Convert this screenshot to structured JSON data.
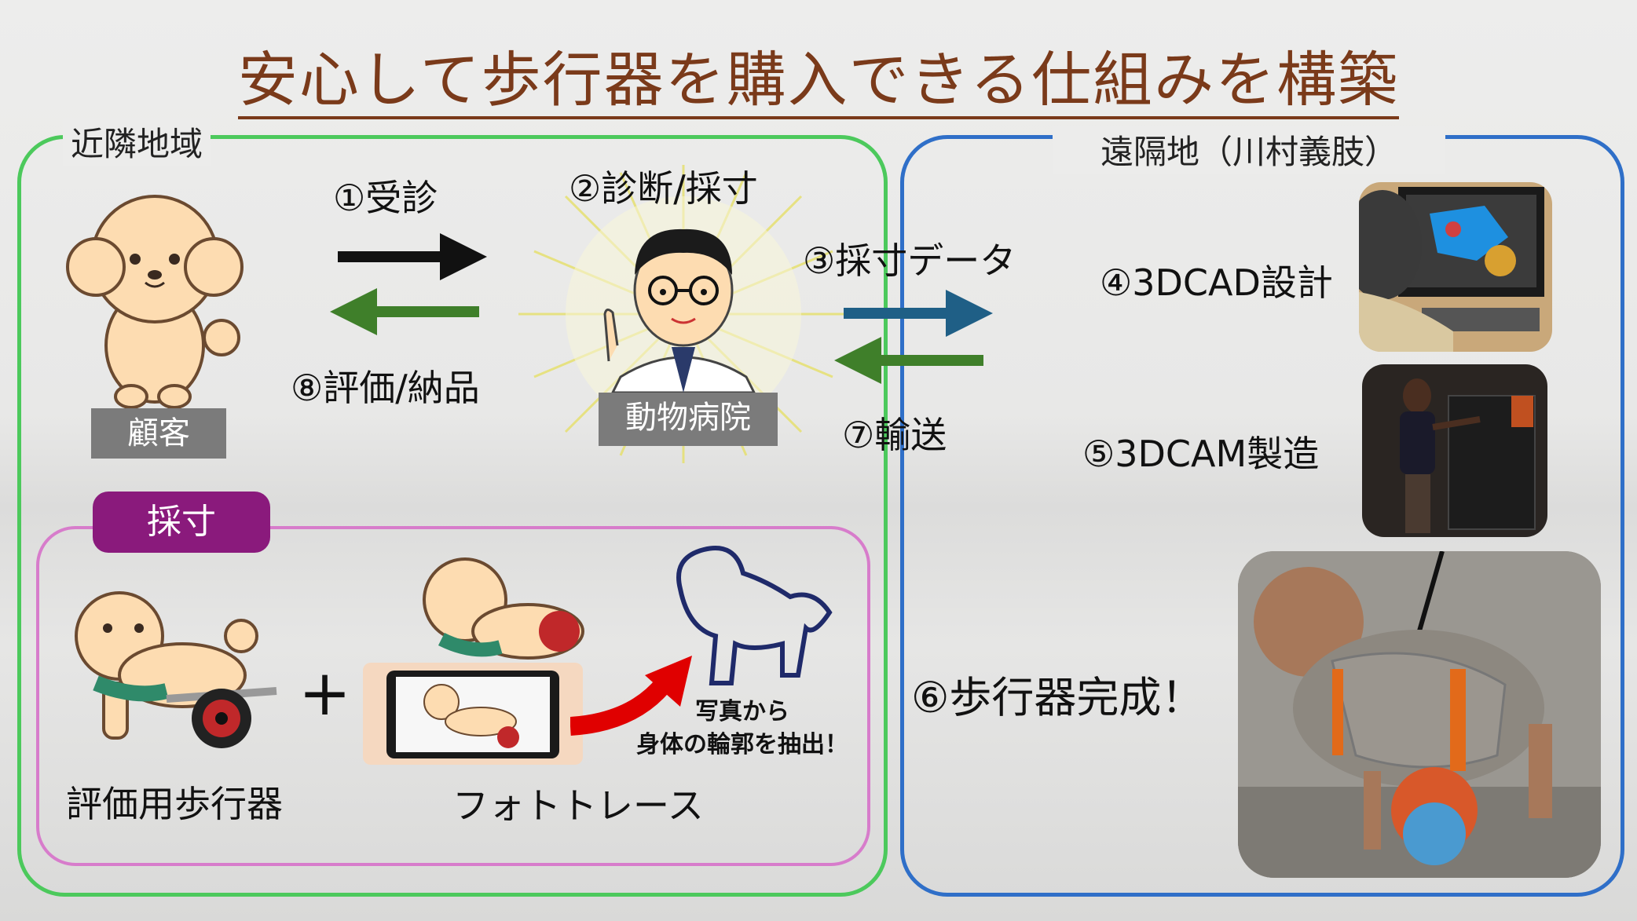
{
  "title": "安心して歩行器を購入できる仕組みを構築",
  "regions": {
    "nearby": "近隣地域",
    "remote": "遠隔地（川村義肢）",
    "measure": "採寸"
  },
  "actors": {
    "customer": "顧客",
    "hospital": "動物病院"
  },
  "steps": {
    "s1": "①受診",
    "s2": "②診断/採寸",
    "s3": "③採寸データ",
    "s4": "④3DCAD設計",
    "s5": "⑤3DCAM製造",
    "s6": "⑥歩行器完成！",
    "s7": "⑦輸送",
    "s8": "⑧評価/納品"
  },
  "measure_items": {
    "eval_walker": "評価用歩行器",
    "phototrace": "フォトトレース",
    "plus": "+",
    "extract_line1": "写真から",
    "extract_line2": "身体の輪郭を抽出！"
  },
  "colors": {
    "title": "#7a3a1a",
    "nearby_border": "#4cc95c",
    "remote_border": "#2f6fc8",
    "measure_border": "#d77ccb",
    "measure_badge": "#8a1a7c",
    "arrow_black": "#111111",
    "arrow_green": "#3f7f2a",
    "arrow_blue": "#1f5f86",
    "arrow_red": "#e00000"
  },
  "icons": [
    "dog-icon",
    "doctor-icon",
    "cad-workstation-photo",
    "3d-printer-photo",
    "dog-walker-photo",
    "outline-icon"
  ]
}
